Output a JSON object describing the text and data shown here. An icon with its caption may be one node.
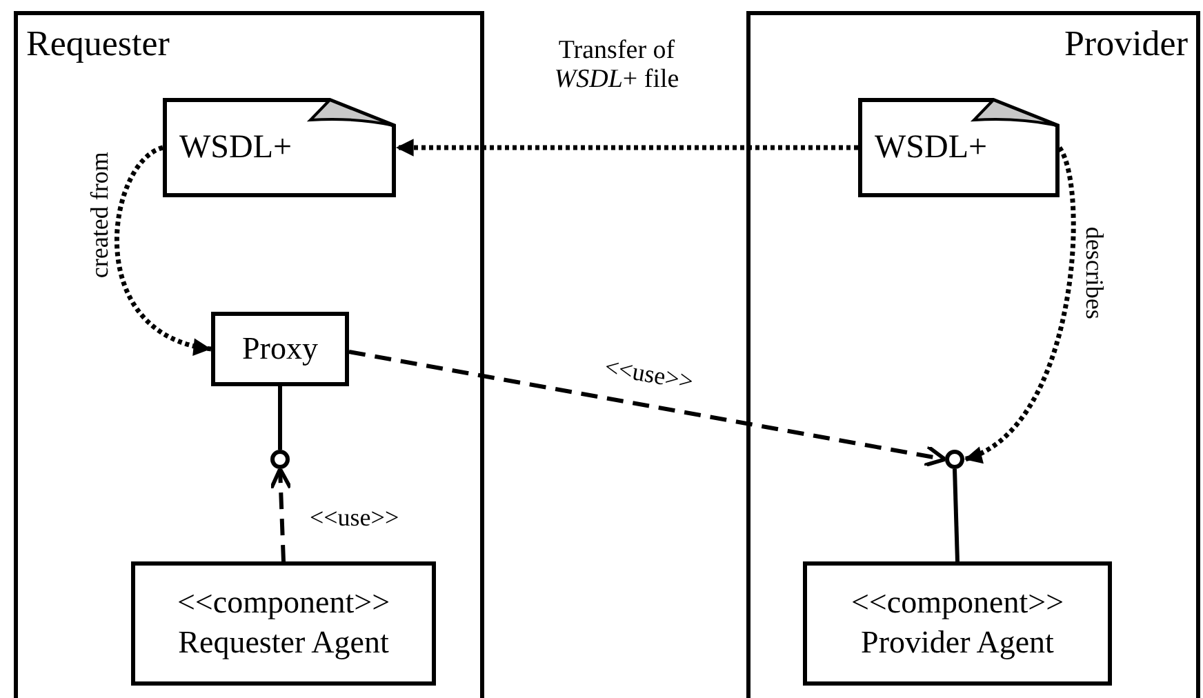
{
  "diagram": {
    "nodes": [
      {
        "text": [
          "Requester"
        ]
      },
      {
        "text": [
          "WSDL+"
        ],
        "in": 0
      },
      {
        "text": [
          "Proxy"
        ],
        "in": 0
      },
      {
        "text": [],
        "shape": "circle",
        "in": 0
      },
      {
        "text": [
          "<<component>>",
          "Requester Agent"
        ],
        "in": 0
      },
      {
        "text": [
          "Provider"
        ]
      },
      {
        "text": [
          "WSDL+"
        ],
        "in": 5
      },
      {
        "text": [],
        "shape": "circle",
        "in": 5
      },
      {
        "text": [
          "<<component>>",
          "Provider Agent"
        ],
        "in": 5
      }
    ],
    "edges": [
      {
        "from": 6,
        "to": 1,
        "arrow": "to",
        "label": "Transfer of *WSDL*+ file",
        "style": "dashed"
      },
      {
        "from": 1,
        "to": 2,
        "arrow": "to",
        "label": "created from",
        "style": "dashed"
      },
      {
        "from": 2,
        "to": 7,
        "arrow": "to",
        "label": "<<use>>",
        "style": "dashed"
      },
      {
        "from": 6,
        "to": 7,
        "arrow": "to",
        "label": "describes",
        "style": "dashed"
      },
      {
        "from": 2,
        "to": 3,
        "arrow": "none"
      },
      {
        "from": 4,
        "to": 3,
        "arrow": "to",
        "label": "<<use>>",
        "style": "dashed"
      },
      {
        "from": 8,
        "to": 7,
        "arrow": "none"
      }
    ]
  }
}
